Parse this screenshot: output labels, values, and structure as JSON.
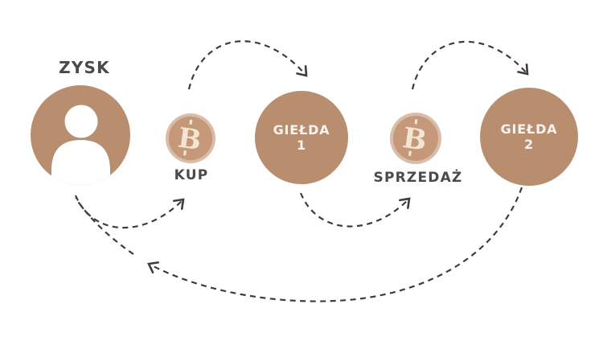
{
  "diagram": {
    "nodes": {
      "person": {
        "label": "ZYSK"
      },
      "buy_coin": {
        "label": "KUP"
      },
      "exchange1": {
        "line1": "GIEŁDA",
        "line2": "1"
      },
      "sell_coin": {
        "label": "SPRZEDAŻ"
      },
      "exchange2": {
        "line1": "GIEŁDA",
        "line2": "2"
      }
    },
    "icons": {
      "bitcoin_letter": "B",
      "person_icon": "user-silhouette"
    },
    "flow_edges": [
      {
        "from": "person",
        "to": "buy_coin"
      },
      {
        "from": "buy_coin",
        "to": "exchange1"
      },
      {
        "from": "exchange1",
        "to": "sell_coin"
      },
      {
        "from": "sell_coin",
        "to": "exchange2"
      },
      {
        "from": "exchange2",
        "to": "person"
      }
    ],
    "colors": {
      "circle_tan": "#b98e6f",
      "coin_ring": "#d9bda8",
      "coin_inner": "#c49879",
      "coin_symbol": "#f3e5d4",
      "label_text": "#4a4a4a",
      "circle_text": "#f8f3ee",
      "arrow": "#3d3d3d",
      "background": "#ffffff"
    }
  }
}
